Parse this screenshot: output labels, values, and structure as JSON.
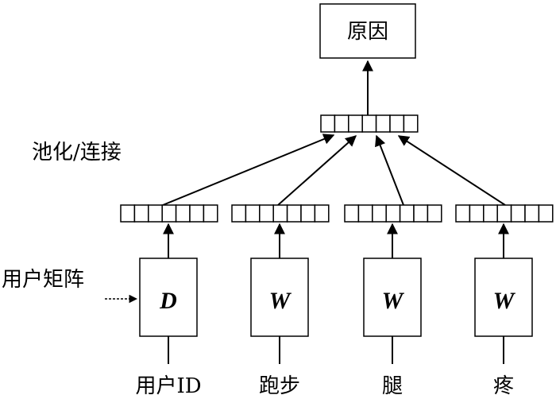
{
  "output_label": "原因",
  "pooling_label": "池化/连接",
  "matrix_label": "用户矩阵",
  "columns": [
    {
      "symbol": "D",
      "input": "用户ID"
    },
    {
      "symbol": "W",
      "input": "跑步"
    },
    {
      "symbol": "W",
      "input": "腿"
    },
    {
      "symbol": "W",
      "input": "疼"
    }
  ]
}
